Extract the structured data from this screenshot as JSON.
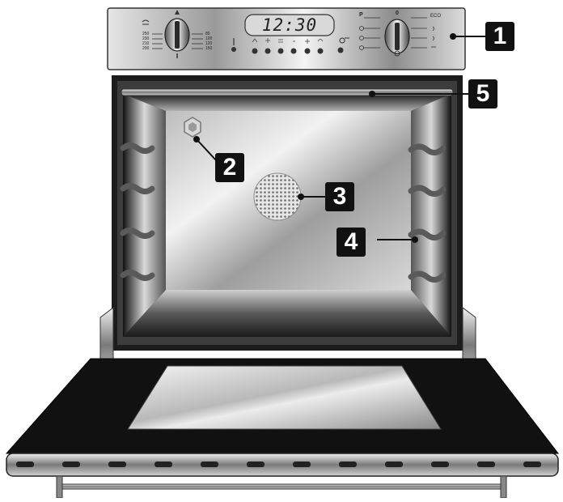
{
  "display": {
    "time": "12:30"
  },
  "left_dial": {
    "left_scale": [
      "250",
      "230",
      "210",
      "200"
    ],
    "right_scale": [
      "80",
      "100",
      "120",
      "150"
    ]
  },
  "right_dial": {
    "top_label": "P",
    "zero_label": "0",
    "eco_label": "ECO"
  },
  "callouts": [
    {
      "id": "1",
      "label": "1"
    },
    {
      "id": "2",
      "label": "2"
    },
    {
      "id": "3",
      "label": "3"
    },
    {
      "id": "4",
      "label": "4"
    },
    {
      "id": "5",
      "label": "5"
    }
  ]
}
